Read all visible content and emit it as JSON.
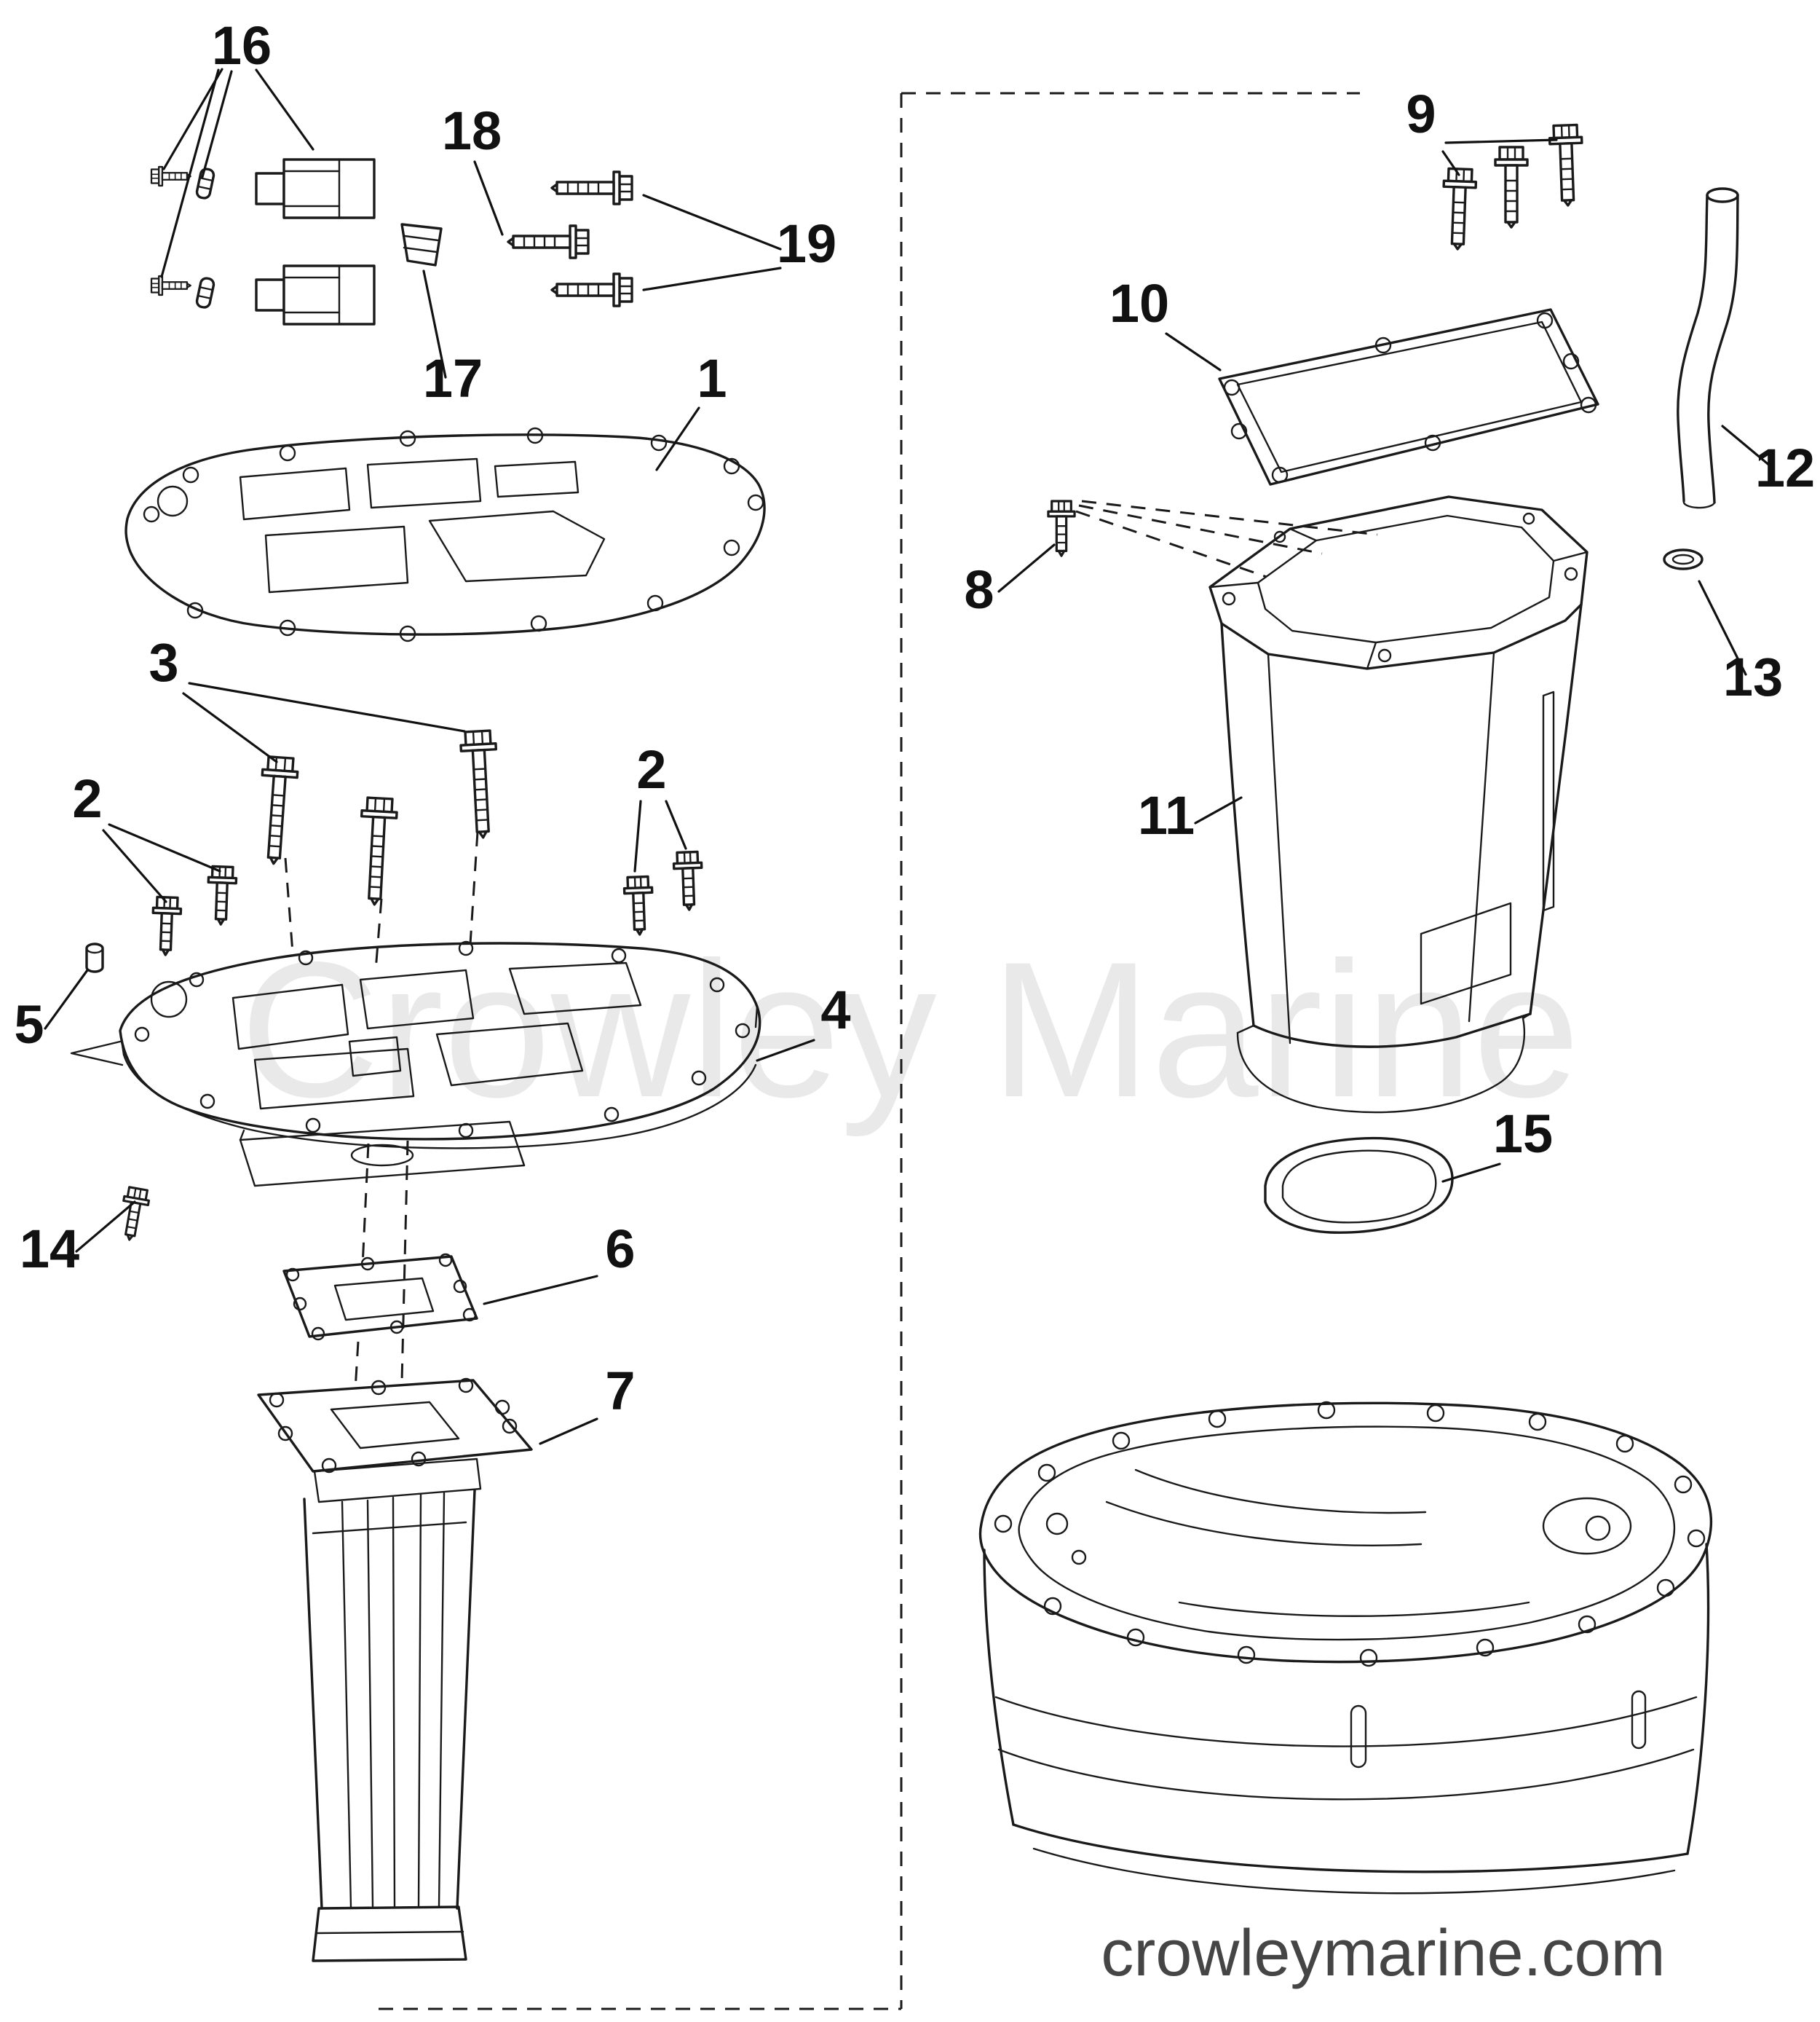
{
  "diagram": {
    "watermark": "Crowley Marine",
    "website": "crowleymarine.com"
  },
  "callouts": {
    "p1": "1",
    "p2_left": "2",
    "p2_right": "2",
    "p3": "3",
    "p4": "4",
    "p5": "5",
    "p6": "6",
    "p7": "7",
    "p8": "8",
    "p9": "9",
    "p10": "10",
    "p11": "11",
    "p12": "12",
    "p13": "13",
    "p14": "14",
    "p15": "15",
    "p16": "16",
    "p17": "17",
    "p18": "18",
    "p19": "19"
  }
}
